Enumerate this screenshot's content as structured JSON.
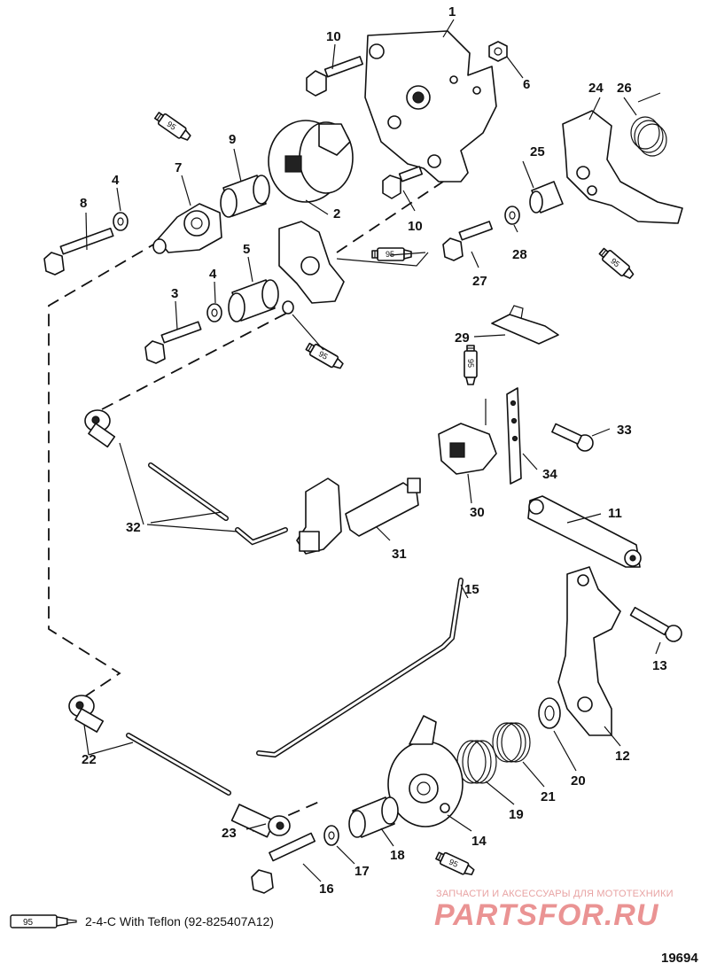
{
  "callouts": {
    "c1": "1",
    "c2": "2",
    "c3": "3",
    "c4a": "4",
    "c4b": "4",
    "c5": "5",
    "c6": "6",
    "c7": "7",
    "c8": "8",
    "c9": "9",
    "c10a": "10",
    "c10b": "10",
    "c11": "11",
    "c12": "12",
    "c13": "13",
    "c14": "14",
    "c15": "15",
    "c16": "16",
    "c17": "17",
    "c18": "18",
    "c19": "19",
    "c20": "20",
    "c21": "21",
    "c22": "22",
    "c23": "23",
    "c24": "24",
    "c25": "25",
    "c26": "26",
    "c27": "27",
    "c28": "28",
    "c29": "29",
    "c30": "30",
    "c31": "31",
    "c32": "32",
    "c33": "33",
    "c34": "34"
  },
  "lubricant_tube_label": "95",
  "legend": {
    "tube_label": "95",
    "text": "2-4-C  With Teflon (92-825407A12)"
  },
  "watermark": {
    "line1": "ЗАПЧАСТИ И АКСЕССУАРЫ ДЛЯ МОТОТЕХНИКИ",
    "logo": "PARTSFOR.RU"
  },
  "figure_number": "19694"
}
